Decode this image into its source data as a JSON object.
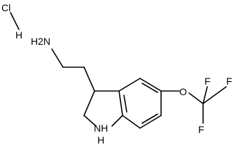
{
  "molecule": {
    "labels": {
      "cl": "Cl",
      "h": "H",
      "amine": "H2N",
      "nh": "NH",
      "nh_h": "H",
      "oxygen": "O",
      "f_top_left": "F",
      "f_top_right": "F",
      "f_bottom": "F"
    },
    "colors": {
      "bond": "#000000",
      "text": "#000000",
      "background": "#ffffff"
    }
  }
}
